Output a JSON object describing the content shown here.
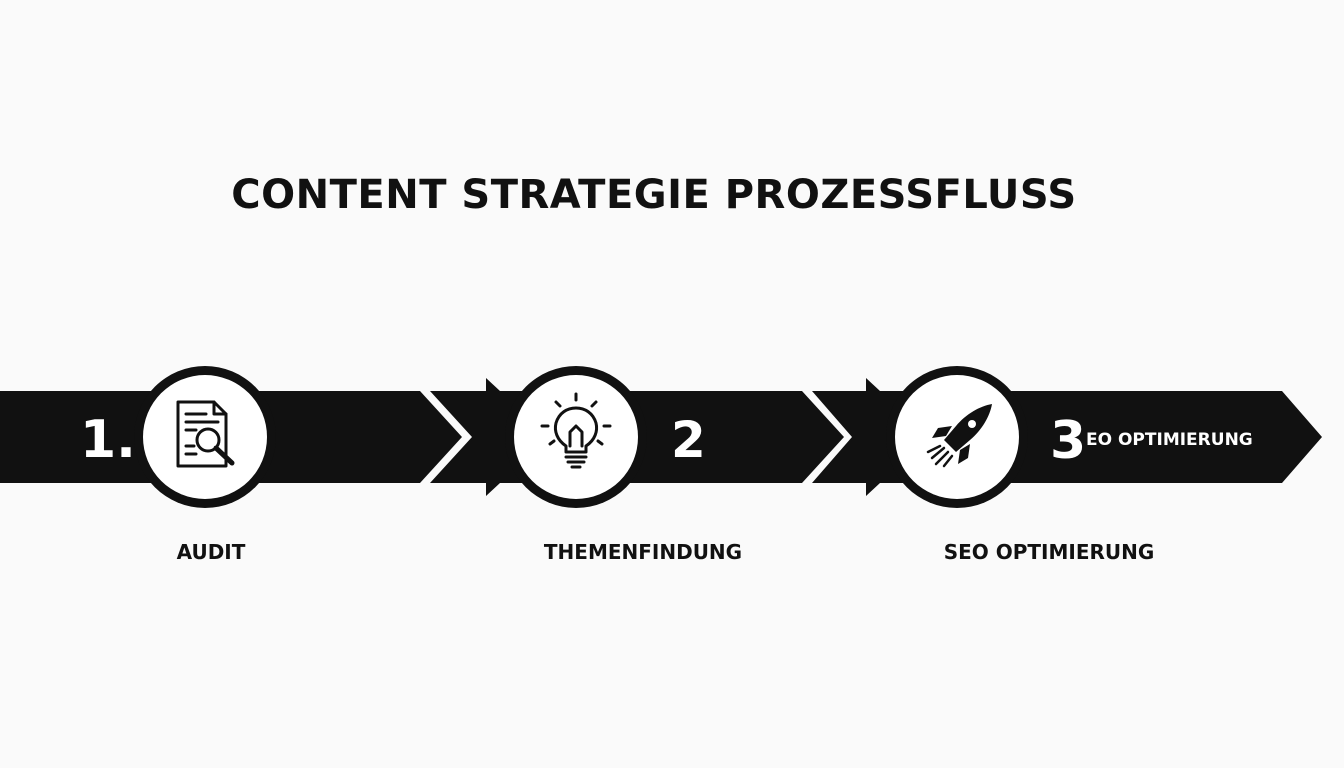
{
  "title": "CONTENT STRATEGIE PROZESSFLUSS",
  "colors": {
    "band": "#111111",
    "background": "#fafafa",
    "circle_fill": "#ffffff"
  },
  "steps": [
    {
      "number": "1.",
      "label": "AUDIT",
      "icon": "document-search-icon"
    },
    {
      "number": "2",
      "label": "THEMENFINDUNG",
      "icon": "lightbulb-icon"
    },
    {
      "number": "3",
      "inline_label": "EO OPTIMIERUNG",
      "label": "SEO OPTIMIERUNG",
      "icon": "rocket-icon"
    }
  ]
}
